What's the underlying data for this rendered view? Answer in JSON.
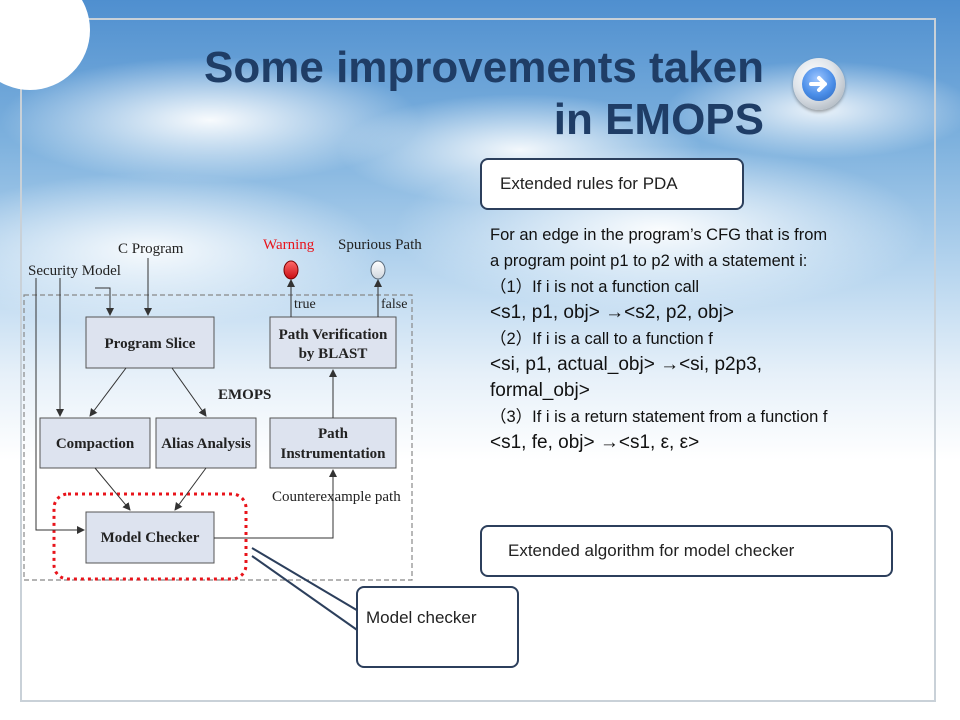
{
  "title": {
    "line1": "Some improvements taken",
    "line2": "in EMOPS"
  },
  "callouts": {
    "pda": "Extended rules for PDA",
    "model_checker_algo": "Extended algorithm for model checker",
    "model_checker": "Model checker"
  },
  "body": {
    "line1": "For an edge in the program’s CFG that is from",
    "line2": "a program point p1 to p2 with a statement i:",
    "rule1_cond": "（1）If i is not a function call",
    "rule1": "<s1, p1, obj> →<s2, p2, obj>",
    "rule2_cond": "（2）If i is a call to a function f",
    "rule2a": "<si, p1, actual_obj> →<si, p2p3,",
    "rule2b": "formal_obj>",
    "rule3_cond": "（3）If i is a return statement from a function f",
    "rule3": "<s1, fe, obj> →<s1, ε, ε>"
  },
  "diagram": {
    "c_program": "C Program",
    "security_model": "Security Model",
    "warning": "Warning",
    "spurious_path": "Spurious Path",
    "true_label": "true",
    "false_label": "false",
    "program_slice": "Program Slice",
    "path_verification_1": "Path Verification",
    "path_verification_2": "by BLAST",
    "emops": "EMOPS",
    "compaction": "Compaction",
    "alias_analysis": "Alias Analysis",
    "path_instr_1": "Path",
    "path_instr_2": "Instrumentation",
    "counterexample": "Counterexample path",
    "model_checker_box": "Model Checker"
  },
  "colors": {
    "title": "#1f3d66",
    "box_fill": "#dde3ef",
    "warning": "#e8141b",
    "highlight": "#e8141b",
    "callout_border": "#2c3f5c"
  }
}
